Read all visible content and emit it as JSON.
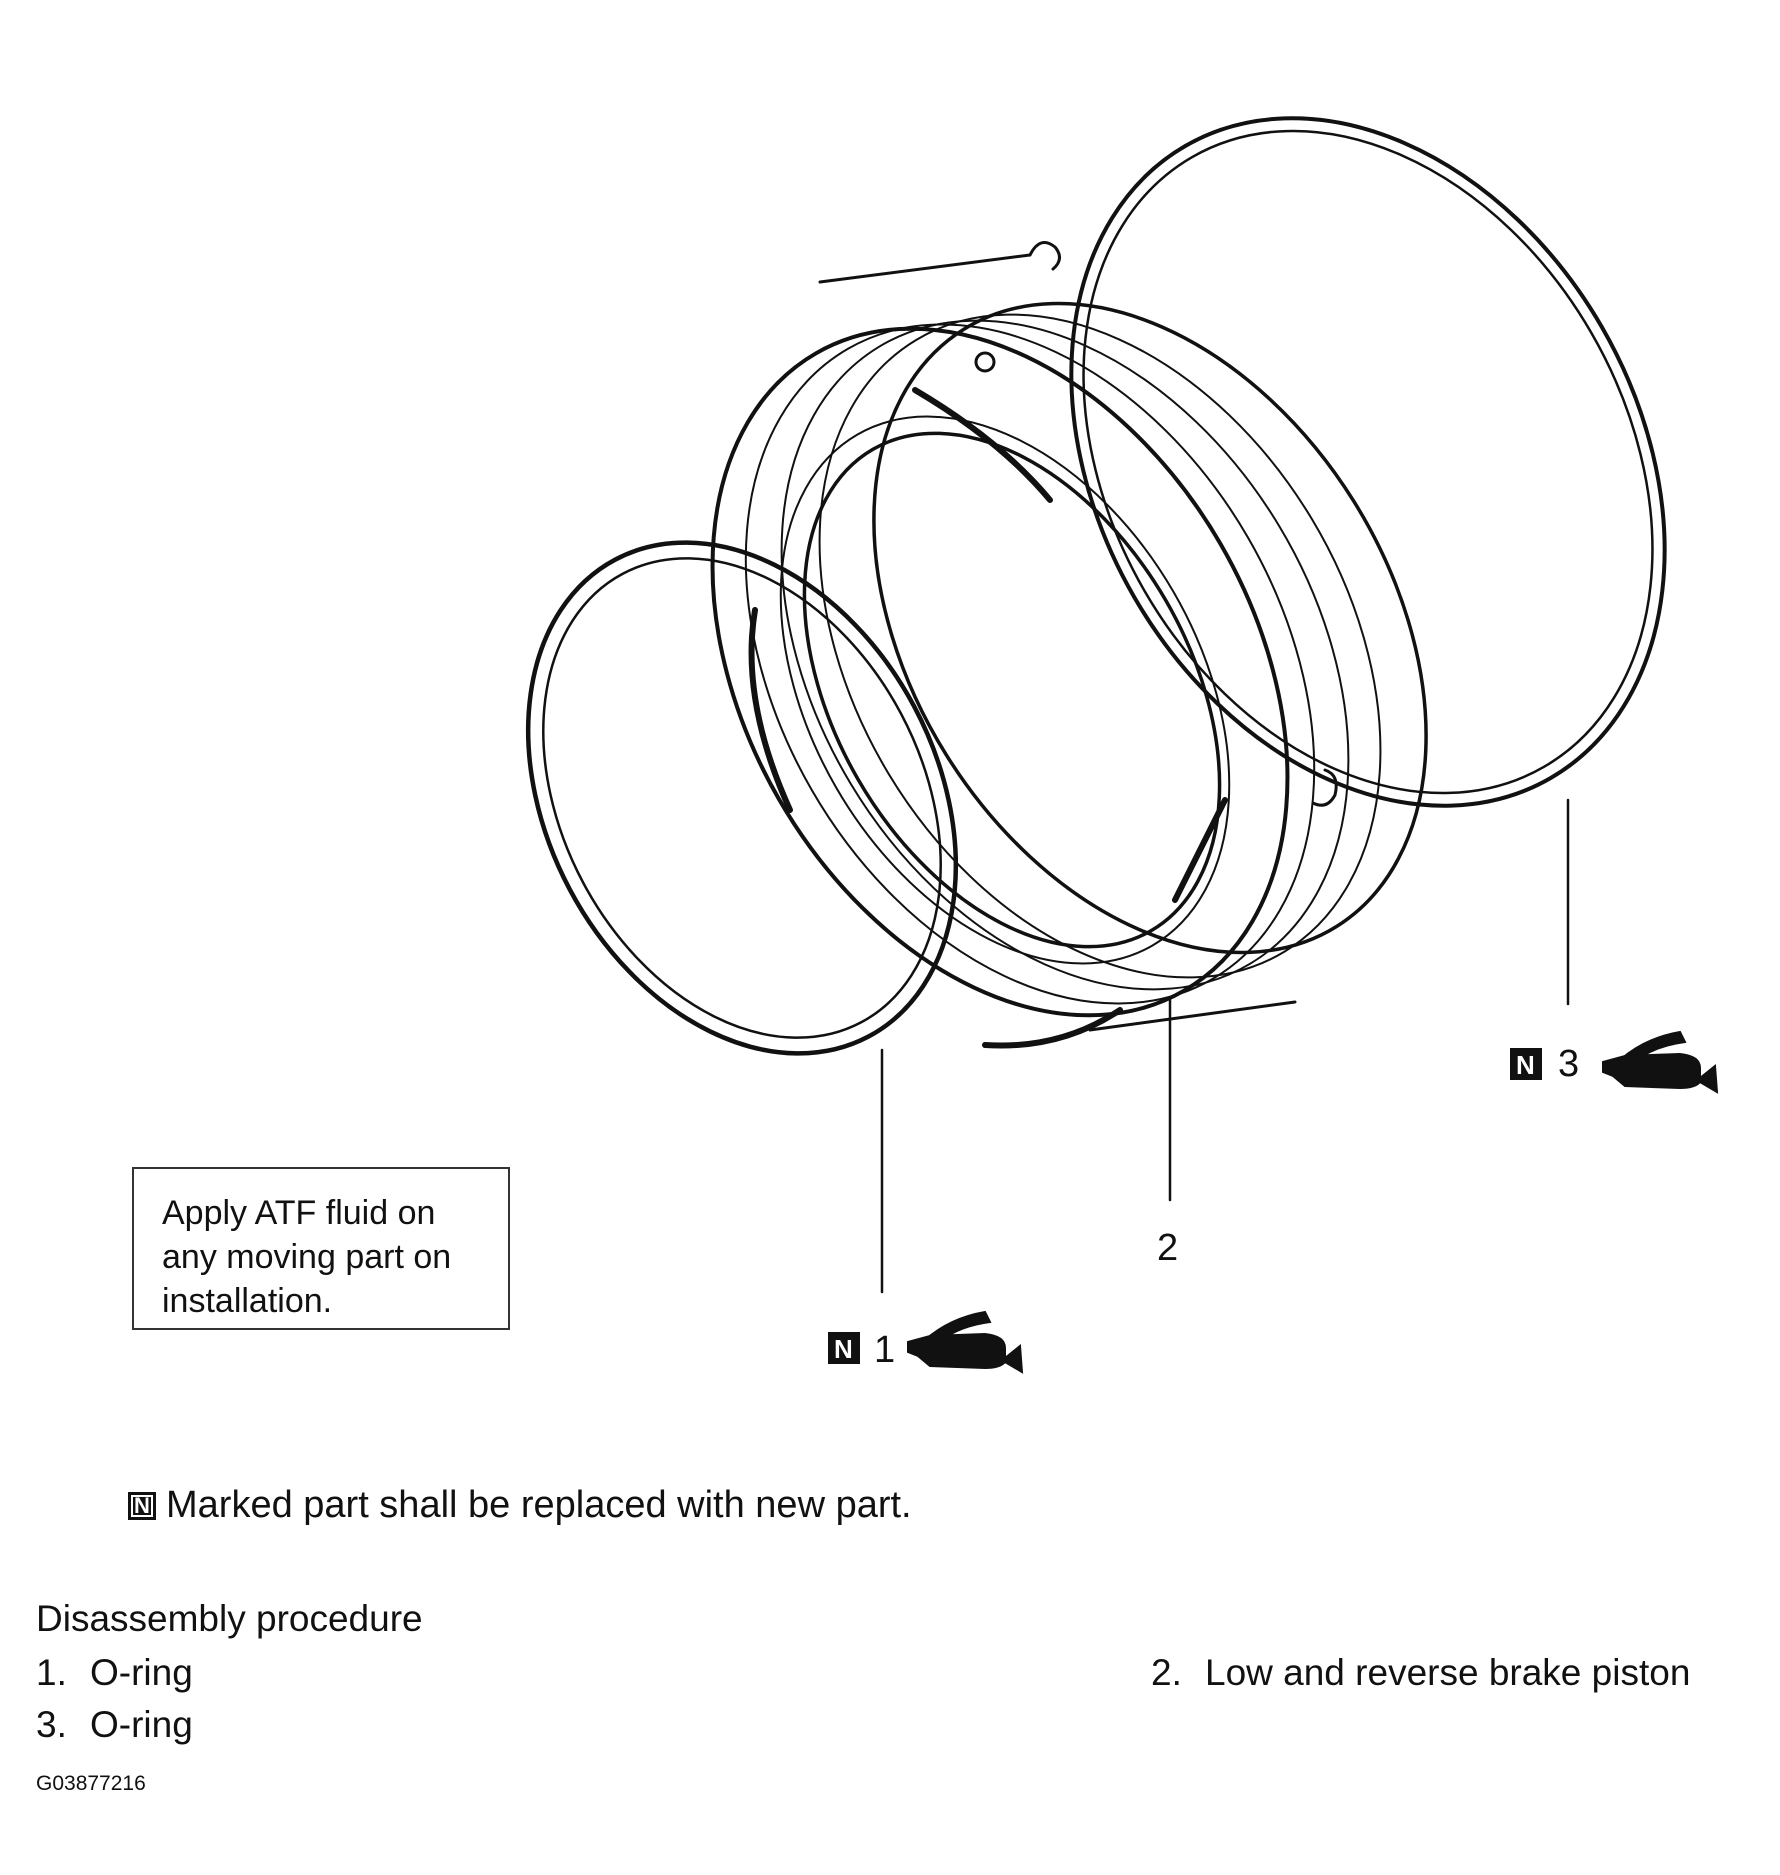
{
  "diagram": {
    "callouts": [
      {
        "id": "1",
        "label": "1",
        "new_part": true,
        "atf_icon": "oil-can-icon"
      },
      {
        "id": "2",
        "label": "2",
        "new_part": false
      },
      {
        "id": "3",
        "label": "3",
        "new_part": true,
        "atf_icon": "oil-can-icon"
      }
    ],
    "new_part_symbol": "N"
  },
  "note_box": {
    "lines": [
      "Apply ATF fluid on",
      "any moving part on",
      "installation."
    ]
  },
  "legend": {
    "symbol": "N",
    "text": "Marked part shall be replaced with new part."
  },
  "procedure": {
    "title": "Disassembly procedure",
    "items": [
      {
        "num": "1.",
        "label": "O-ring"
      },
      {
        "num": "2.",
        "label": "Low and reverse brake piston"
      },
      {
        "num": "3.",
        "label": "O-ring"
      }
    ]
  },
  "figure_code": "G03877216"
}
